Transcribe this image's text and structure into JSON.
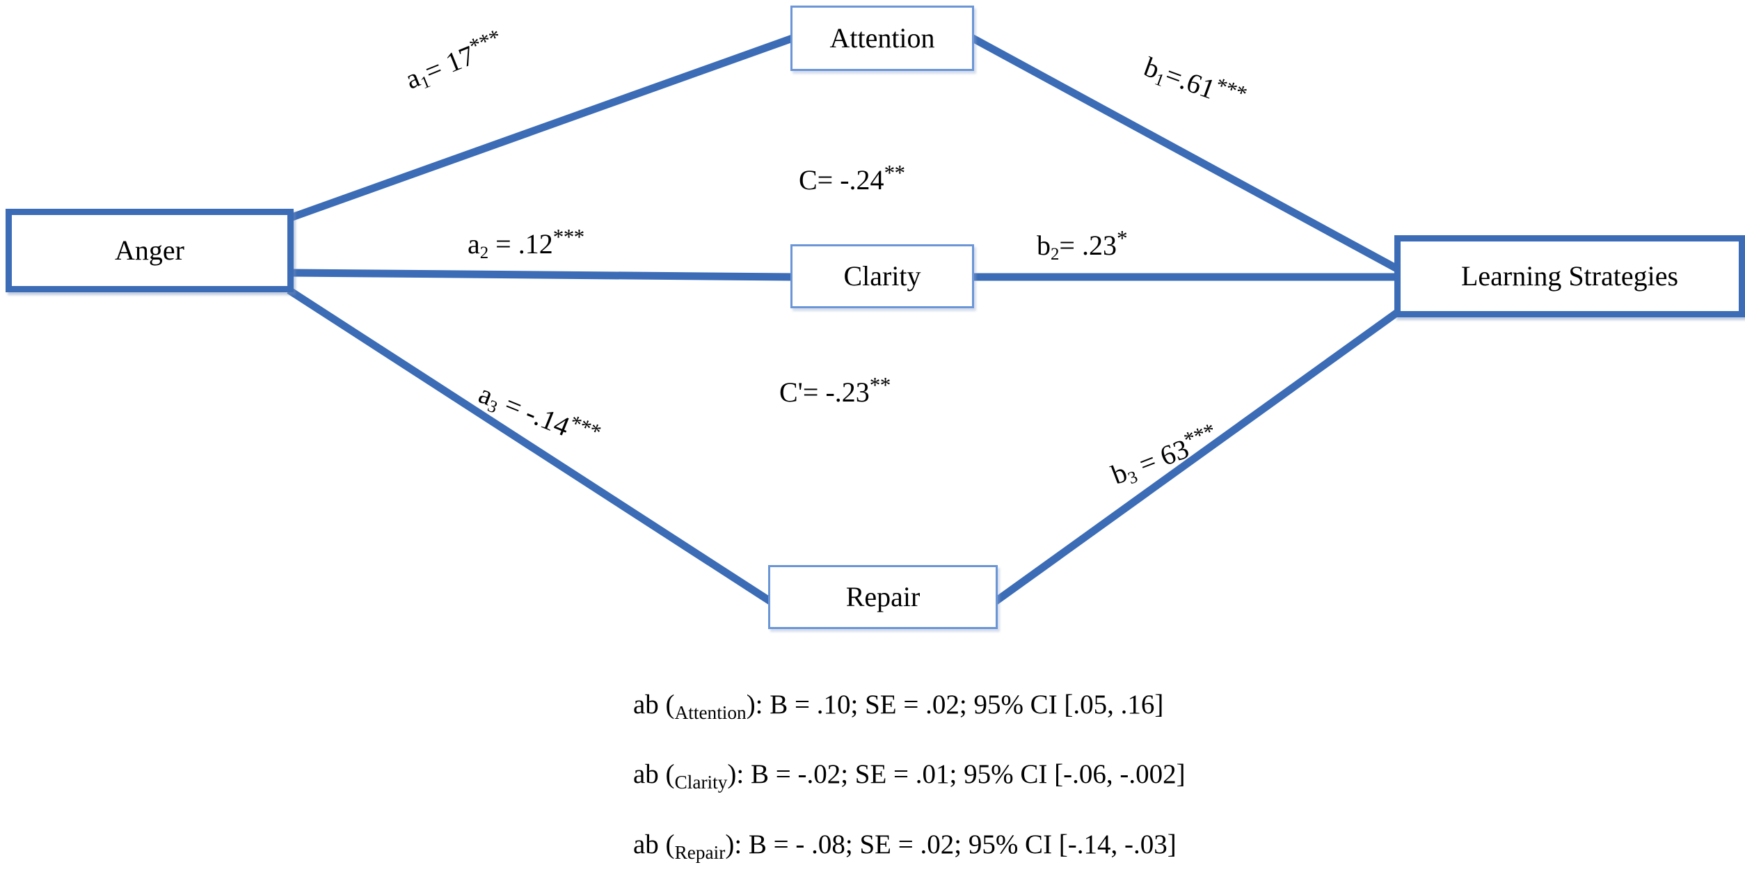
{
  "figure": {
    "type": "mediation-path-diagram",
    "accent_color": "#3c6cb6",
    "mediator_border_color": "#6a95d6",
    "background_color": "#ffffff"
  },
  "nodes": {
    "predictor": {
      "label": "Anger"
    },
    "mediator1": {
      "label": "Attention"
    },
    "mediator2": {
      "label": "Clarity"
    },
    "mediator3": {
      "label": "Repair"
    },
    "outcome": {
      "label": "Learning Strategies"
    }
  },
  "paths": {
    "a1": {
      "name": "a",
      "subscript": "1",
      "equals": "= 17",
      "stars": "***"
    },
    "a2": {
      "name": "a",
      "subscript": "2",
      "equals": "= .12",
      "stars": "***"
    },
    "a3": {
      "name": "a",
      "subscript": "3",
      "equals": "= -.14",
      "stars": "***"
    },
    "b1": {
      "name": "b",
      "subscript": "1",
      "equals": "=.61",
      "stars": "***"
    },
    "b2": {
      "name": "b",
      "subscript": "2",
      "equals": "= .23",
      "stars": "*"
    },
    "b3": {
      "name": "b",
      "subscript": "3",
      "equals": "= 63",
      "stars": "***"
    }
  },
  "effects": {
    "total": {
      "label": "C= -.24",
      "stars": "**"
    },
    "direct": {
      "label": "C'= -.23",
      "stars": "**"
    }
  },
  "indirect_effects": [
    {
      "prefix": "ab (",
      "mediator": "Attention",
      "suffix": "): B = .10; SE = .02; 95% CI [.05, .16]"
    },
    {
      "prefix": "ab (",
      "mediator": "Clarity",
      "suffix": "): B = -.02; SE = .01; 95% CI [-.06, -.002]"
    },
    {
      "prefix": "ab (",
      "mediator": "Repair",
      "suffix": "): B = - .08; SE = .02; 95% CI [-.14, -.03]"
    }
  ]
}
